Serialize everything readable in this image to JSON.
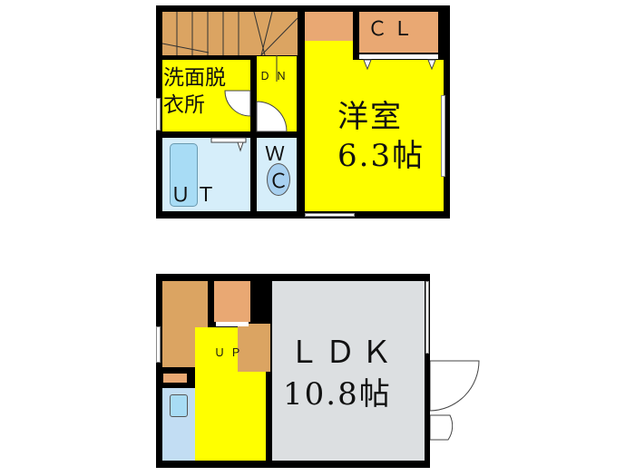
{
  "upper_floor": {
    "room_western": {
      "name": "洋室",
      "size": "6.3帖"
    },
    "closet": "ＣＬ",
    "washroom": {
      "line1": "洗面脱",
      "line2": "衣所"
    },
    "stairs_label": "ＤＮ",
    "toilet": {
      "line1": "Ｗ",
      "line2": "Ｃ"
    },
    "unit_bath": "ＵＴ"
  },
  "lower_floor": {
    "ldk": {
      "name": "ＬＤＫ",
      "size": "10.8帖"
    },
    "stairs_label": "ＵＰ"
  },
  "colors": {
    "wall": "#000000",
    "room": "#ffff00",
    "storage": "#e9a873",
    "wet": "#d6eefa",
    "ldk": "#dcdfe1"
  }
}
